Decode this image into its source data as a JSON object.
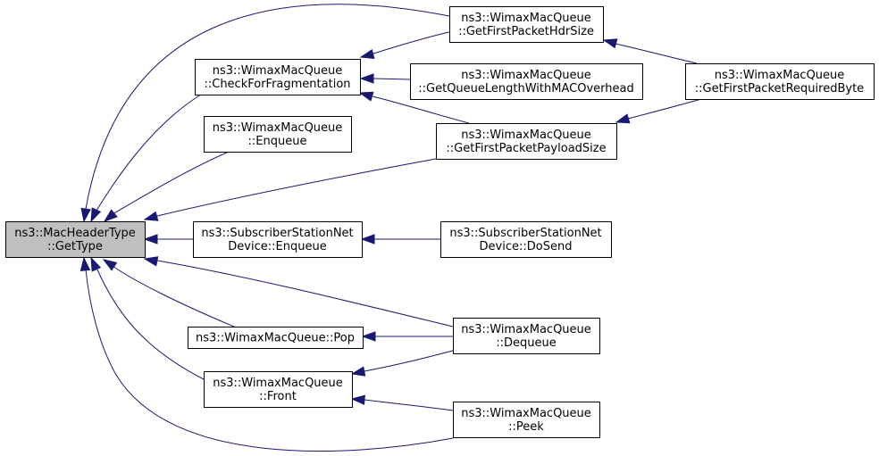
{
  "graph": {
    "edge_color": "#191970",
    "root_fill": "#bfbfbf",
    "nodes": [
      {
        "id": "gettype",
        "lines": [
          "ns3::MacHeaderType",
          "::GetType"
        ],
        "root": true
      },
      {
        "id": "checkfrag",
        "lines": [
          "ns3::WimaxMacQueue",
          "::CheckForFragmentation"
        ]
      },
      {
        "id": "enqueue",
        "lines": [
          "ns3::WimaxMacQueue",
          "::Enqueue"
        ]
      },
      {
        "id": "ssenqueue",
        "lines": [
          "ns3::SubscriberStationNet",
          "Device::Enqueue"
        ]
      },
      {
        "id": "pop",
        "lines": [
          "ns3::WimaxMacQueue::Pop"
        ]
      },
      {
        "id": "front",
        "lines": [
          "ns3::WimaxMacQueue",
          "::Front"
        ]
      },
      {
        "id": "hdrsize",
        "lines": [
          "ns3::WimaxMacQueue",
          "::GetFirstPacketHdrSize"
        ]
      },
      {
        "id": "qlen",
        "lines": [
          "ns3::WimaxMacQueue",
          "::GetQueueLengthWithMACOverhead"
        ]
      },
      {
        "id": "payload",
        "lines": [
          "ns3::WimaxMacQueue",
          "::GetFirstPacketPayloadSize"
        ]
      },
      {
        "id": "dosend",
        "lines": [
          "ns3::SubscriberStationNet",
          "Device::DoSend"
        ]
      },
      {
        "id": "dequeue",
        "lines": [
          "ns3::WimaxMacQueue",
          "::Dequeue"
        ]
      },
      {
        "id": "peek",
        "lines": [
          "ns3::WimaxMacQueue",
          "::Peek"
        ]
      },
      {
        "id": "reqbyte",
        "lines": [
          "ns3::WimaxMacQueue",
          "::GetFirstPacketRequiredByte"
        ]
      }
    ],
    "edges": [
      {
        "from": "hdrsize",
        "to": "gettype"
      },
      {
        "from": "checkfrag",
        "to": "gettype"
      },
      {
        "from": "enqueue",
        "to": "gettype"
      },
      {
        "from": "payload",
        "to": "gettype"
      },
      {
        "from": "ssenqueue",
        "to": "gettype"
      },
      {
        "from": "dequeue",
        "to": "gettype"
      },
      {
        "from": "pop",
        "to": "gettype"
      },
      {
        "from": "front",
        "to": "gettype"
      },
      {
        "from": "peek",
        "to": "gettype"
      },
      {
        "from": "hdrsize",
        "to": "checkfrag"
      },
      {
        "from": "qlen",
        "to": "checkfrag"
      },
      {
        "from": "payload",
        "to": "checkfrag"
      },
      {
        "from": "reqbyte",
        "to": "hdrsize"
      },
      {
        "from": "reqbyte",
        "to": "payload"
      },
      {
        "from": "dosend",
        "to": "ssenqueue"
      },
      {
        "from": "dequeue",
        "to": "pop"
      },
      {
        "from": "dequeue",
        "to": "front"
      },
      {
        "from": "peek",
        "to": "front"
      }
    ]
  }
}
